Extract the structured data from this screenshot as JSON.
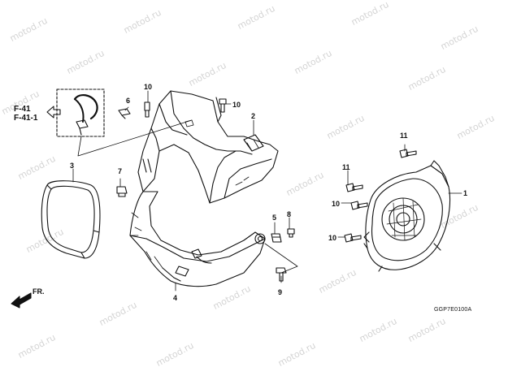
{
  "watermark": "motod.ru",
  "refs": [
    "F-41",
    "F-41-1"
  ],
  "front_label": "FR.",
  "drawing_code": "GGP7E0100A",
  "parts": [
    {
      "no": "1"
    },
    {
      "no": "2"
    },
    {
      "no": "3"
    },
    {
      "no": "4"
    },
    {
      "no": "5"
    },
    {
      "no": "6"
    },
    {
      "no": "7"
    },
    {
      "no": "8"
    },
    {
      "no": "9"
    },
    {
      "no": "10"
    },
    {
      "no": "10"
    },
    {
      "no": "10"
    },
    {
      "no": "10"
    },
    {
      "no": "11"
    },
    {
      "no": "11"
    }
  ]
}
